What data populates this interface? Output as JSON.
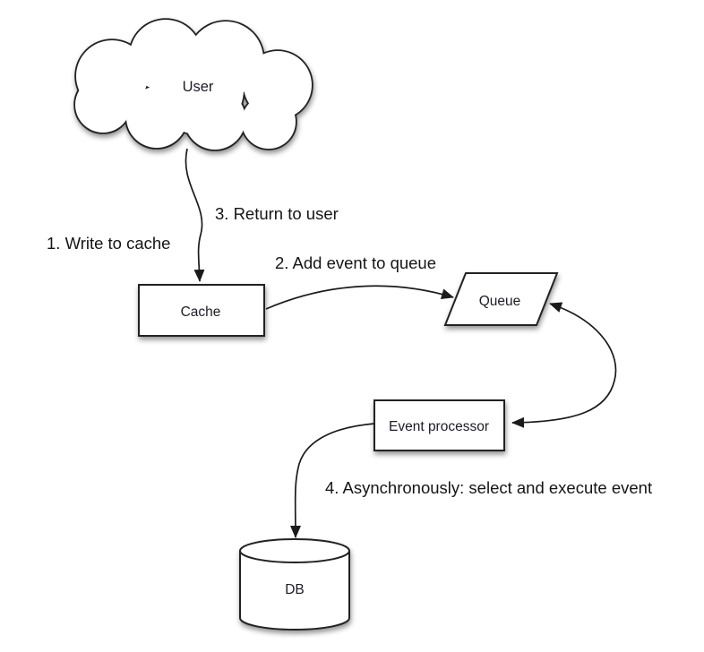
{
  "colors": {
    "background": "#ffffff",
    "shape_fill": "#ffffff",
    "stroke": "#222222",
    "text": "#151515"
  },
  "nodes": {
    "user": {
      "label": "User",
      "shape": "cloud"
    },
    "cache": {
      "label": "Cache",
      "shape": "rectangle"
    },
    "queue": {
      "label": "Queue",
      "shape": "parallelogram"
    },
    "event_processor": {
      "label": "Event processor",
      "shape": "rectangle"
    },
    "db": {
      "label": "DB",
      "shape": "cylinder"
    }
  },
  "step_labels": {
    "step1": "1. Write to cache",
    "step2": "2. Add event to queue",
    "step3": "3. Return to user",
    "step4": "4. Asynchronously: select and execute event"
  },
  "edges": [
    {
      "from": "user",
      "to": "cache",
      "style": "curved",
      "arrowheads": [
        "end"
      ]
    },
    {
      "from": "cache",
      "to": "queue",
      "style": "curved",
      "arrowheads": [
        "end"
      ]
    },
    {
      "from": "queue",
      "to": "event_processor",
      "style": "curved",
      "arrowheads": [
        "start",
        "end"
      ]
    },
    {
      "from": "event_processor",
      "to": "db",
      "style": "curved",
      "arrowheads": [
        "end"
      ]
    }
  ]
}
